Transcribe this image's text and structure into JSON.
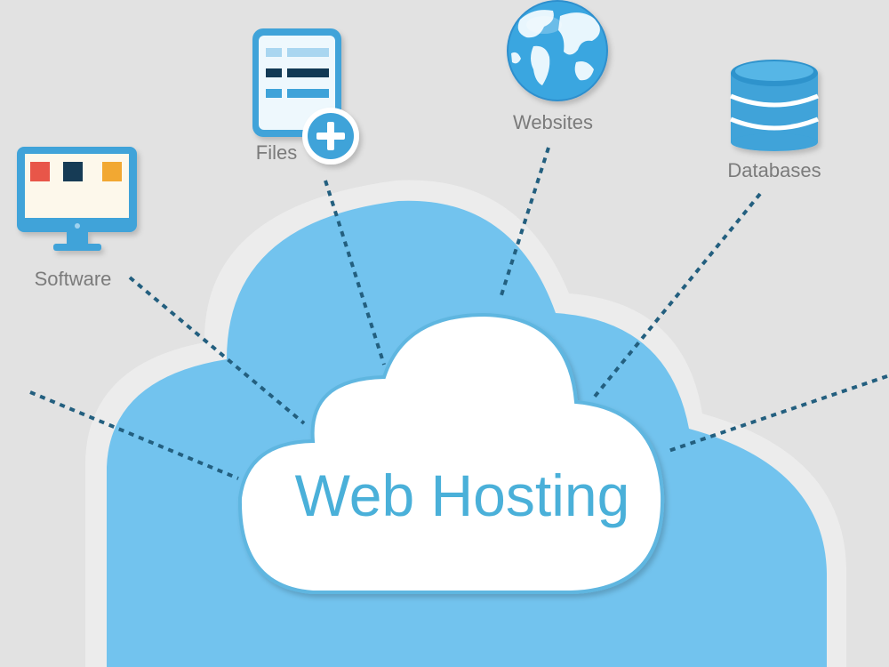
{
  "diagram": {
    "title": "Web Hosting",
    "nodes": [
      {
        "id": "software",
        "label": "Software",
        "icon": "monitor-icon"
      },
      {
        "id": "files",
        "label": "Files",
        "icon": "document-plus-icon"
      },
      {
        "id": "websites",
        "label": "Websites",
        "icon": "globe-icon"
      },
      {
        "id": "databases",
        "label": "Databases",
        "icon": "database-icon"
      }
    ]
  },
  "colors": {
    "background": "#e2e2e2",
    "outer_cloud": "#72c3ee",
    "outer_cloud_border": "#ececec",
    "inner_cloud": "#ffffff",
    "title": "#4ab0d9",
    "connector": "#235f7f",
    "label": "#7b7b7b"
  }
}
